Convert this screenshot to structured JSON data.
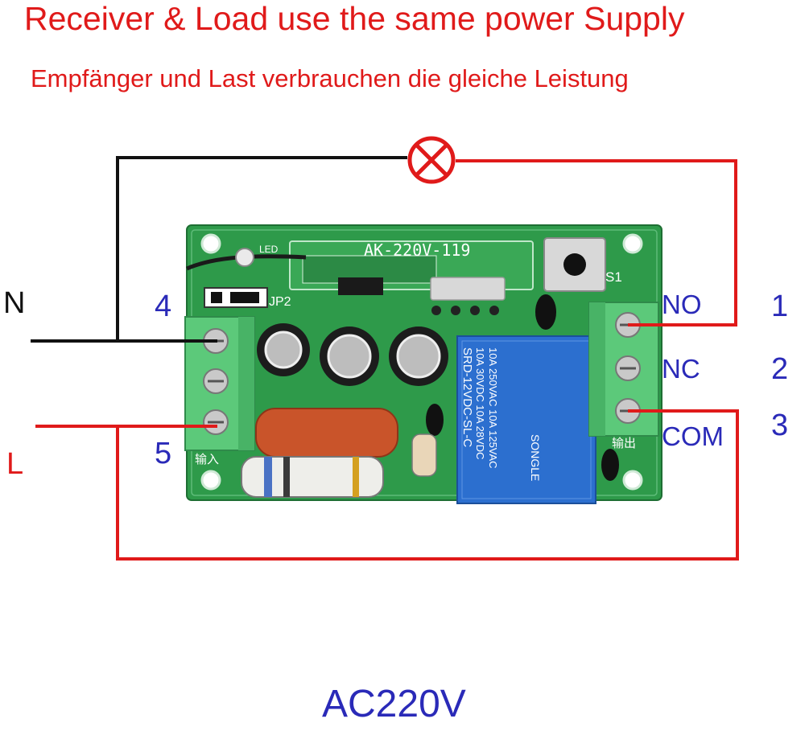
{
  "header": {
    "title_en": "Receiver & Load use the same power Supply",
    "title_de": "Empfänger und Last verbrauchen die gleiche Leistung"
  },
  "wires": {
    "neutral_label": "N",
    "live_label": "L"
  },
  "terminals": {
    "input": [
      {
        "number": "4"
      },
      {
        "number": "5"
      }
    ],
    "output": [
      {
        "number": "1",
        "name": "NO"
      },
      {
        "number": "2",
        "name": "NC"
      },
      {
        "number": "3",
        "name": "COM"
      }
    ]
  },
  "board": {
    "module_label": "AK-220V-119",
    "relay_brand": "SONGLE",
    "relay_lines": [
      "10A 250VAC  10A 125VAC",
      "10A 30VDC  10A 28VDC",
      "SRD-12VDC-SL-C"
    ],
    "switch_label": "S1",
    "jumper_label": "JP2",
    "input_cn": "输入",
    "output_cn": "输出",
    "led_label": "LED"
  },
  "footer": {
    "supply": "AC220V"
  },
  "colors": {
    "live_wire": "#e01a1a",
    "neutral_wire": "#111111",
    "pcb": "#2e9a4a",
    "terminal_block": "#5cc97a",
    "relay": "#2c6fcf",
    "label_blue": "#2a2ab8"
  },
  "icons": {
    "load": "lamp-icon"
  }
}
